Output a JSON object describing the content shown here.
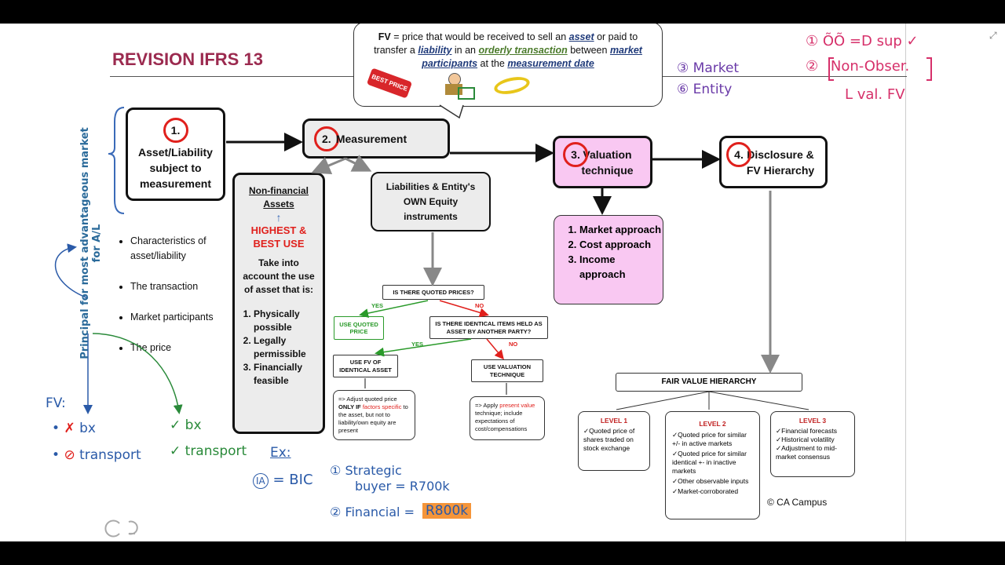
{
  "title": "REVISION IFRS 13",
  "fv_def": {
    "fv": "FV",
    "t1": " = price that would be received to sell an ",
    "asset": "asset",
    "t2": " or paid to transfer a ",
    "liability": "liability",
    "t3": " in an ",
    "orderly": "orderly transaction",
    "t4": " between ",
    "mp": "market participants",
    "t5": " at the ",
    "md": "measurement date"
  },
  "tag_text": "BEST PRICE",
  "box1": {
    "num": "1.",
    "label": "Asset/Liability subject to measurement"
  },
  "box2": {
    "num": "2.",
    "label": "Measurement"
  },
  "box3": {
    "num": "3.",
    "label": "Valuation technique"
  },
  "box4": {
    "num": "4.",
    "label": "Disclosure & FV Hierarchy"
  },
  "bullets": [
    "Characteristics of asset/liability",
    "The transaction",
    "Market participants",
    "The price"
  ],
  "nfa": {
    "title": "Non-financial Assets",
    "hbu": "HIGHEST & BEST USE",
    "intro": "Take into account the use of asset that is:",
    "items": [
      "Physically possible",
      "Legally permissible",
      "Financially feasible"
    ]
  },
  "liab_box": "Liabilities & Entity's OWN Equity instruments",
  "flow": {
    "q1": "IS THERE QUOTED PRICES?",
    "yes1": "YES",
    "no1": "NO",
    "use_quoted": "USE QUOTED PRICE",
    "q2": "IS THERE IDENTICAL ITEMS HELD AS ASSET BY ANOTHER PARTY?",
    "yes2": "YES",
    "no2": "NO",
    "use_fv": "USE FV OF IDENTICAL ASSET",
    "use_val": "USE VALUATION TECHNIQUE",
    "note1_a": "=> Adjust quoted price ",
    "note1_b": "ONLY IF ",
    "note1_c": "factors specific",
    "note1_d": " to the asset, but not to liability/own equity are present",
    "note2_a": "=> Apply ",
    "note2_b": "present value",
    "note2_c": " technique; include expectations of cost/compensations"
  },
  "approaches": [
    "Market approach",
    "Cost approach",
    "Income approach"
  ],
  "hierarchy": {
    "title": "FAIR VALUE HIERARCHY",
    "l1": {
      "title": "LEVEL 1",
      "items": [
        "Quoted price of shares traded on stock exchange"
      ]
    },
    "l2": {
      "title": "LEVEL 2",
      "items": [
        "Quoted price for similar +/- in active markets",
        "Quoted price for similar identical +- in inactive markets",
        "Other observable inputs",
        "Market-corroborated"
      ]
    },
    "l3": {
      "title": "LEVEL 3",
      "items": [
        "Financial forecasts",
        "Historical volatility",
        "Adjustment to mid-market consensus"
      ]
    }
  },
  "copyright": "© CA Campus",
  "notes": {
    "market": "Market",
    "entity": "Entity",
    "sup": "=D sup",
    "nonobser": "Non-Obser.",
    "valfv": "L val. FV",
    "side_text": "Principal for most advantageous market for A/L",
    "fv": "FV:",
    "bx": "bx",
    "transport": "transport",
    "bx2": "bx",
    "transport2": "transport",
    "ex": "Ex:",
    "ia": "IA",
    "bic": "= BIC",
    "strategic": "Strategic",
    "buyer": "buyer = R700k",
    "financial": "Financial =",
    "r800k": "R800k"
  }
}
